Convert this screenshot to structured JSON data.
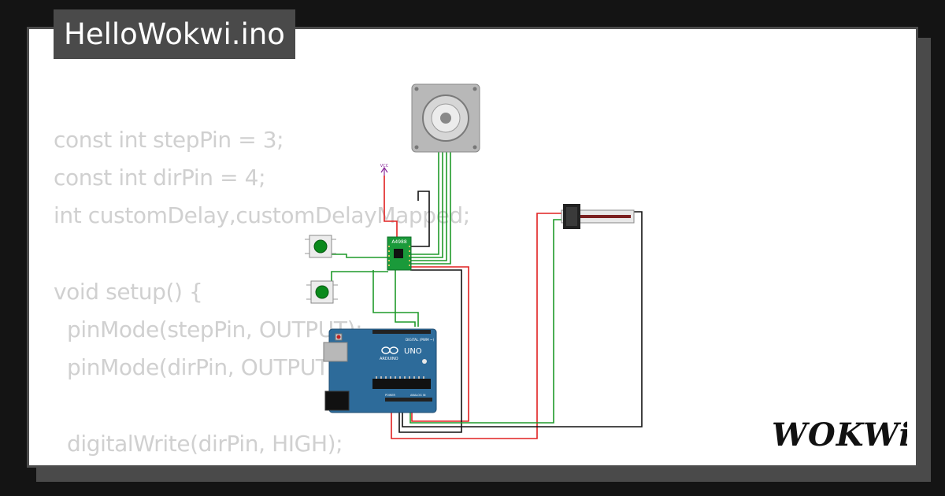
{
  "title": "HelloWokwi.ino",
  "code_lines": [
    "const int stepPin = 3;",
    "const int dirPin = 4;",
    "int customDelay,customDelayMapped;",
    "",
    "void setup() {",
    "  pinMode(stepPin, OUTPUT);",
    "  pinMode(dirPin, OUTPUT);",
    "",
    "  digitalWrite(dirPin, HIGH);",
    "}"
  ],
  "circuit": {
    "vcc_label": "VCC",
    "driver_label": "A4988",
    "board_logo": "UNO",
    "board_brand": "ARDUINO",
    "board_header_label": "DIGITAL (PWM ~)",
    "board_power_label": "POWER",
    "board_analog_label": "ANALOG IN"
  },
  "brand": "WOKWi",
  "colors": {
    "background": "#141414",
    "card": "#ffffff",
    "tab": "#4a4a4a",
    "code_text": "#d0d0d0",
    "wire_red": "#e02020",
    "wire_green": "#1f9a2a",
    "wire_black": "#111111",
    "board_blue": "#2d6b9a",
    "driver_green": "#1a9a3a",
    "button_green": "#0a8a1c"
  }
}
